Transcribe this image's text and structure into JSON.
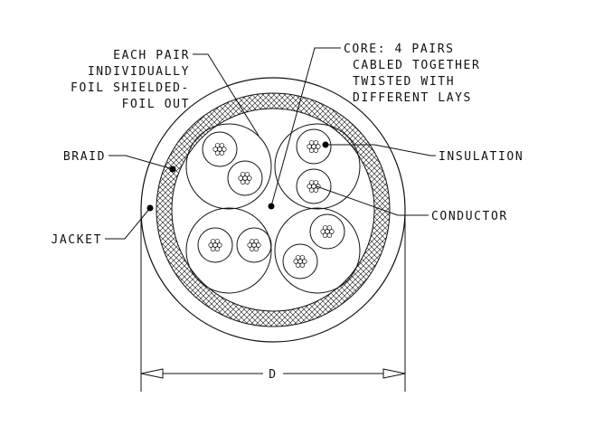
{
  "labels": {
    "pair_shield": [
      "EACH PAIR",
      "INDIVIDUALLY",
      "FOIL SHIELDED-",
      "FOIL OUT"
    ],
    "core": [
      "CORE: 4 PAIRS",
      "CABLED TOGETHER",
      "TWISTED WITH",
      "DIFFERENT LAYS"
    ],
    "braid": "BRAID",
    "jacket": "JACKET",
    "insulation": "INSULATION",
    "conductor": "CONDUCTOR",
    "dimension": "D"
  },
  "colors": {
    "line": "#111111",
    "background": "#ffffff"
  }
}
